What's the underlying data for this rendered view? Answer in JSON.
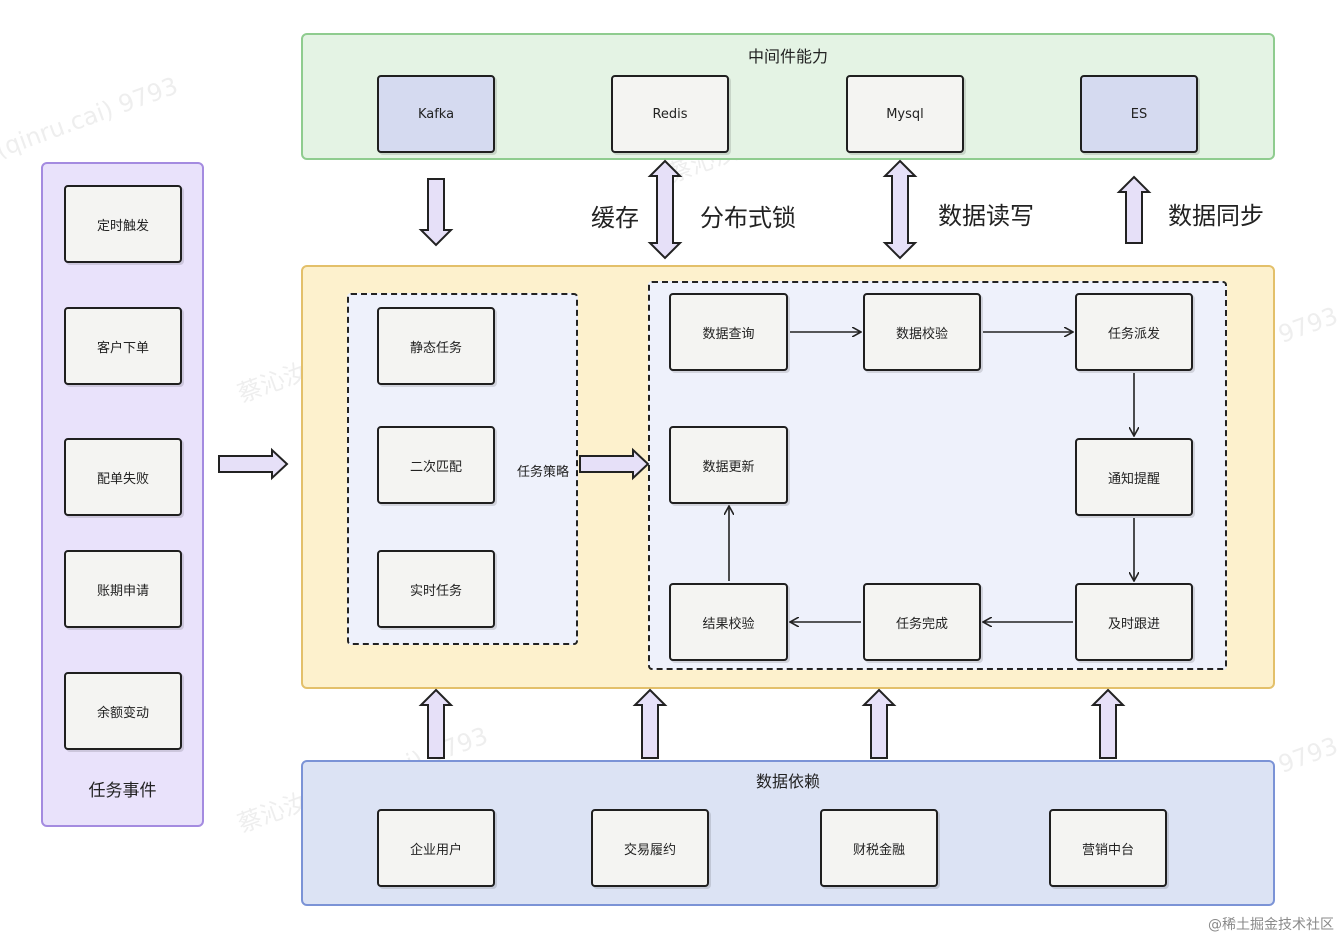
{
  "middleware": {
    "title": "中间件能力",
    "items": [
      "Kafka",
      "Redis",
      "Mysql",
      "ES"
    ]
  },
  "labels": {
    "cache": "缓存",
    "dist_lock": "分布式锁",
    "data_rw": "数据读写",
    "data_sync": "数据同步",
    "task_strategy": "任务策略"
  },
  "task_events": {
    "title": "任务事件",
    "items": [
      "定时触发",
      "客户下单",
      "配单失败",
      "账期申请",
      "余额变动"
    ]
  },
  "strategies": [
    "静态任务",
    "二次匹配",
    "实时任务"
  ],
  "flow": {
    "query": "数据查询",
    "verify": "数据校验",
    "dispatch": "任务派发",
    "notify": "通知提醒",
    "follow": "及时跟进",
    "complete": "任务完成",
    "result_check": "结果校验",
    "update": "数据更新"
  },
  "dependencies": {
    "title": "数据依赖",
    "items": [
      "企业用户",
      "交易履约",
      "财税金融",
      "营销中台"
    ]
  },
  "watermark": "蔡沁汝(qinru.cai) 9793",
  "footer": "@稀土掘金技术社区",
  "colors": {
    "middleware_bg": "#e4f3e4",
    "core_bg": "#fdf1cd",
    "dependency_bg": "#dce3f4",
    "events_bg": "#e9e2fb",
    "arrow_fill": "#e6e0f8"
  }
}
